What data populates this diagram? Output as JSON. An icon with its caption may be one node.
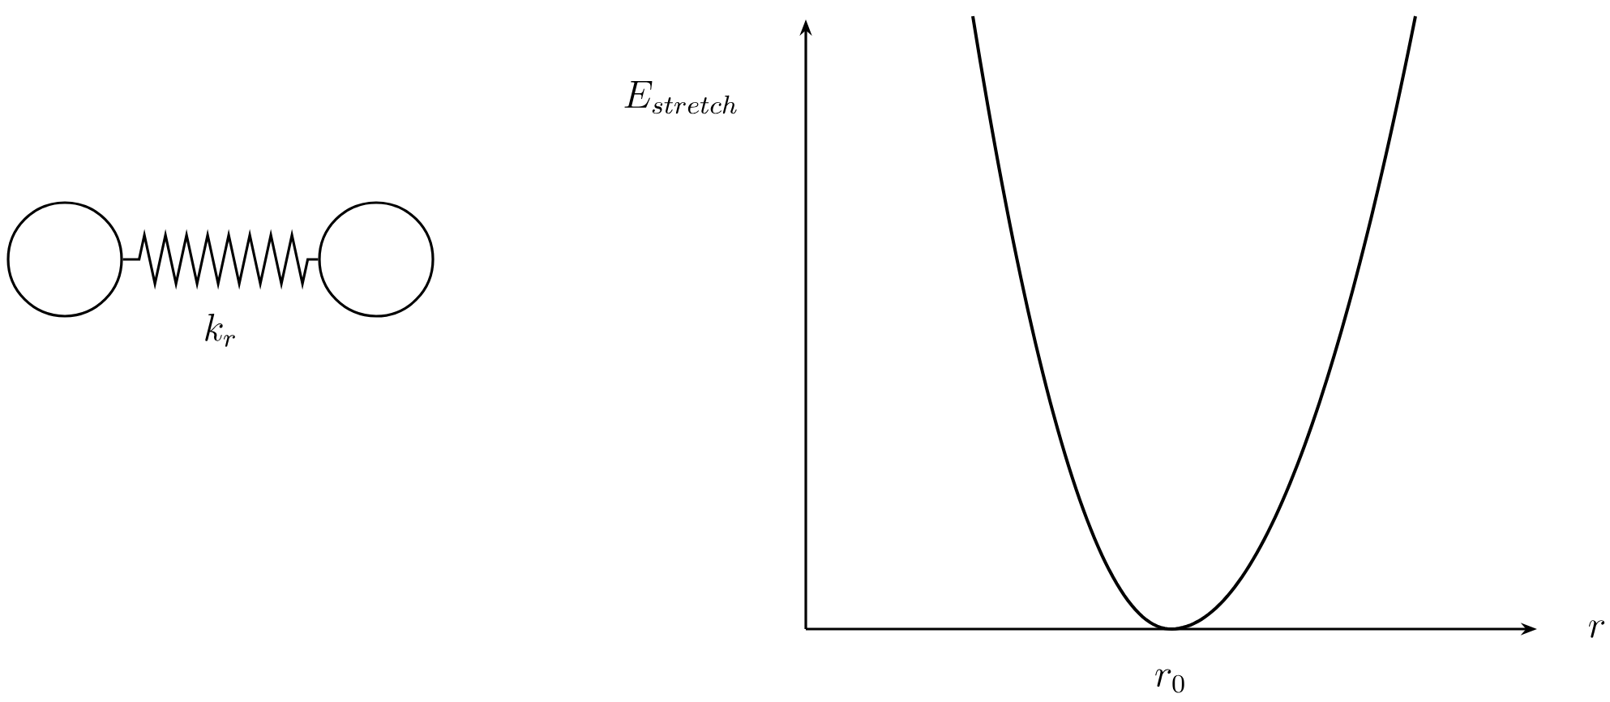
{
  "diagram": {
    "nodes": [
      {
        "text": [],
        "shape": "circle"
      },
      {
        "text": [],
        "shape": "circle"
      }
    ],
    "edges": [
      {
        "from": 0,
        "to": 1,
        "arrow": "none",
        "label": "k_r"
      }
    ],
    "labels": [
      "E_{stretch}",
      "r",
      "r_0"
    ]
  }
}
